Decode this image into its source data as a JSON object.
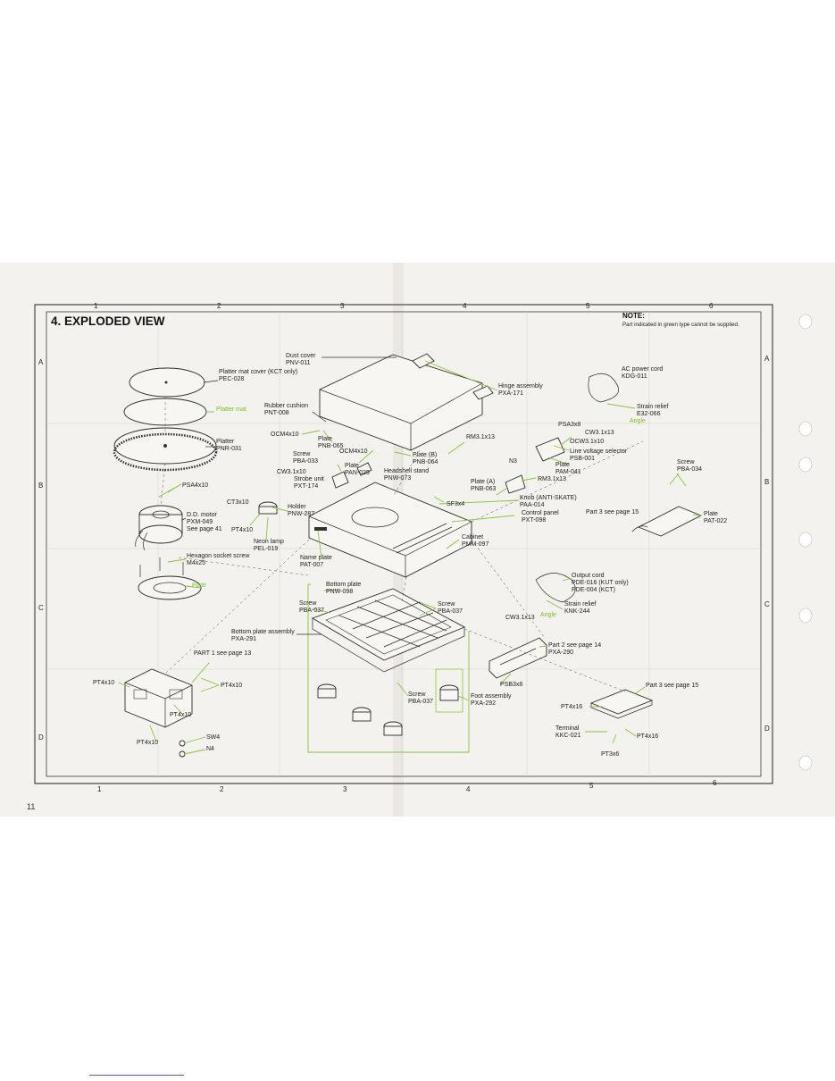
{
  "page": {
    "title": "4. EXPLODED  VIEW",
    "number": "11",
    "note_title": "NOTE:",
    "note_text": "Part indicated in green type cannot be supplied."
  },
  "grid": {
    "columns": [
      "1",
      "2",
      "3",
      "4",
      "5",
      "6"
    ],
    "rows": [
      "A",
      "B",
      "C",
      "D"
    ]
  },
  "colors": {
    "green": "#7fbf2a",
    "ink": "#1e1e1e",
    "paper": "#f4f2ef"
  },
  "labels": {
    "platter_mat_cover": [
      "Platter mat cover (KCT only)",
      "PEC-028"
    ],
    "platter_mat": [
      "Platter mat"
    ],
    "platter": [
      "Platter",
      "PNR-031"
    ],
    "psa4x10": [
      "PSA4x10"
    ],
    "dd_motor": [
      "D.D. motor",
      "PXM-049",
      "See page 41"
    ],
    "hex_screw": [
      "Hexagon socket screw",
      "M4x25"
    ],
    "plate_green": [
      "Plate"
    ],
    "dust_cover": [
      "Dust cover",
      "PNV-011"
    ],
    "hinge": [
      "Hinge assembly",
      "PXA-171"
    ],
    "rubber_cushion": [
      "Rubber cushion",
      "PNT-008"
    ],
    "ocm4x10_a": [
      "OCM4x10"
    ],
    "plate_pnb065": [
      "Plate",
      "PNB-065"
    ],
    "screw_pba033": [
      "Screw",
      "PBA-033"
    ],
    "ocm4x10_b": [
      "OCM4x10"
    ],
    "plate_pan029": [
      "Plate",
      "PAN-029"
    ],
    "cw31x10_a": [
      "CW3.1x10"
    ],
    "strobe": [
      "Strobe unit",
      "PXT-174"
    ],
    "headshell": [
      "Headshell stand",
      "PNW-073"
    ],
    "plate_b": [
      "Plate (B)",
      "PNB-064"
    ],
    "rm31x13_a": [
      "RM3.1x13"
    ],
    "ac_cord": [
      "AC power cord",
      "KDG-011"
    ],
    "strain_relief_a": [
      "Strain relief",
      "E32-066"
    ],
    "angle_a": [
      "Angle"
    ],
    "psa3x8": [
      "PSA3x8"
    ],
    "cw31x13_a": [
      "CW3.1x13"
    ],
    "ocw31x10": [
      "OCW3.1x10"
    ],
    "line_voltage": [
      "Line voltage selector",
      "PSB-001"
    ],
    "plate_pam041": [
      "Plate",
      "PAM-041"
    ],
    "n3": [
      "N3"
    ],
    "rm31x13_b": [
      "RM3.1x13"
    ],
    "plate_a": [
      "Plate (A)",
      "PNB-063"
    ],
    "knob": [
      "Knob (ANTI-SKATE)",
      "PAA-014"
    ],
    "sf3x4": [
      "SF3x4"
    ],
    "control_panel": [
      "Control panel",
      "PXT-098"
    ],
    "ct3x10": [
      "CT3x10"
    ],
    "holder": [
      "Holder",
      "PNW-287"
    ],
    "pt4x10_a": [
      "PT4x10"
    ],
    "neon": [
      "Neon lamp",
      "PEL-019"
    ],
    "name_plate": [
      "Name plate",
      "PAT-007"
    ],
    "cabinet": [
      "Cabinet",
      "PMM-097"
    ],
    "screw_pba034": [
      "Screw",
      "PBA-034"
    ],
    "part3_a": [
      "Part 3 see page 15"
    ],
    "plate_pat022": [
      "Plate",
      "PAT-022"
    ],
    "bottom_plate": [
      "Bottom plate",
      "PNW-098"
    ],
    "screw_pba037_a": [
      "Screw",
      "PBA-037"
    ],
    "screw_pba037_b": [
      "Screw",
      "PBA-037"
    ],
    "bottom_plate_assy": [
      "Bottom plate assembly",
      "PXA-291"
    ],
    "output_cord": [
      "Output cord",
      "PDE-016 (KUT only)",
      "PDE-004 (KCT)"
    ],
    "strain_relief_b": [
      "Strain relief",
      "KNK-244"
    ],
    "angle_b": [
      "Angle"
    ],
    "cw31x13_b": [
      "CW3.1x13"
    ],
    "part2": [
      "Part 2 see page 14",
      "PXA-290"
    ],
    "part1": [
      "PART 1 see page 13"
    ],
    "pt4x10_b": [
      "PT4x10"
    ],
    "pt4x10_c": [
      "PT4x10"
    ],
    "pt4x10_d": [
      "PT4x10"
    ],
    "pt4x10_e": [
      "PT4x10"
    ],
    "sw4": [
      "SW4"
    ],
    "n4": [
      "N4"
    ],
    "psb3x8": [
      "PSB3x8"
    ],
    "screw_pba037_c": [
      "Screw",
      "PBA-037"
    ],
    "foot": [
      "Foot assembly",
      "PXA-292"
    ],
    "part3_b": [
      "Part 3 see page 15"
    ],
    "pt4x16_a": [
      "PT4x16"
    ],
    "terminal": [
      "Terminal",
      "KKC-021"
    ],
    "pt4x16_b": [
      "PT4x16"
    ],
    "pt3x6": [
      "PT3x6"
    ]
  }
}
